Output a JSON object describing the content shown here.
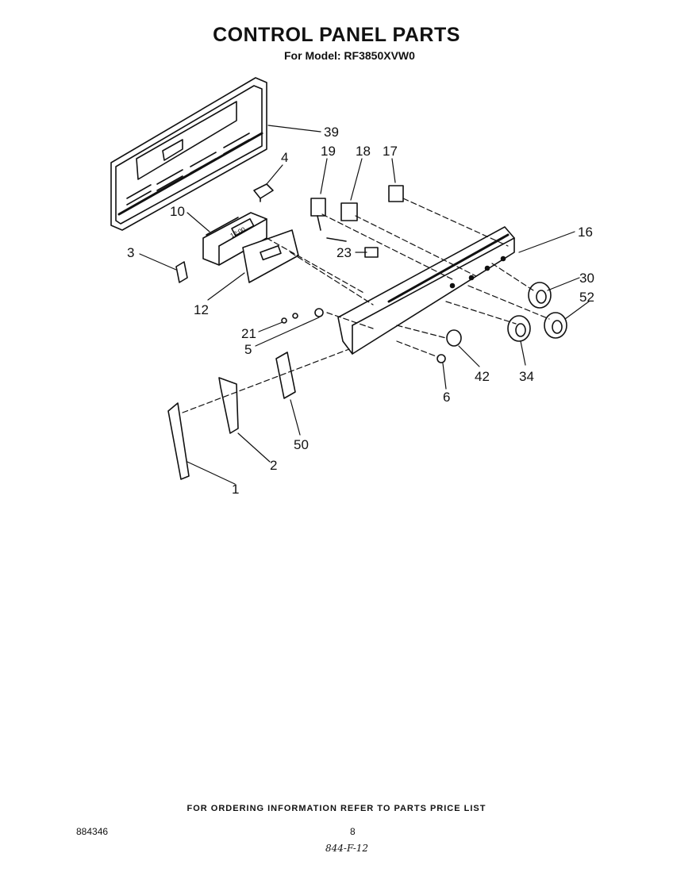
{
  "header": {
    "title": "CONTROL PANEL PARTS",
    "subtitle": "For Model: RF3850XVW0"
  },
  "diagram": {
    "callouts": [
      "39",
      "4",
      "19",
      "18",
      "17",
      "10",
      "16",
      "3",
      "23",
      "12",
      "30",
      "52",
      "21",
      "5",
      "42",
      "34",
      "6",
      "50",
      "2",
      "1"
    ],
    "display_text": "12:00"
  },
  "footer": {
    "note": "FOR ORDERING INFORMATION REFER TO PARTS PRICE LIST",
    "doc_number": "884346",
    "page_number": "8",
    "handwritten": "844-F-12"
  }
}
